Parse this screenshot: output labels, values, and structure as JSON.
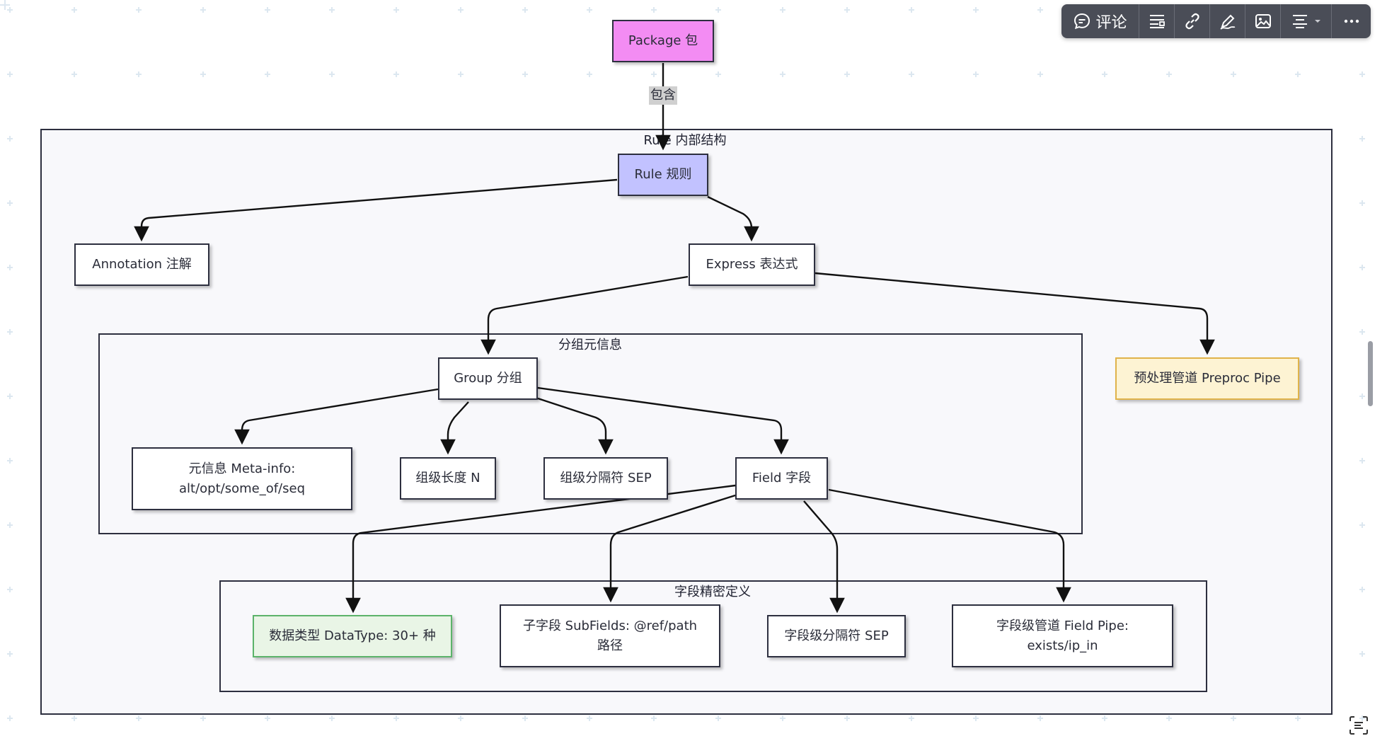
{
  "toolbar": {
    "comment_label": "评论",
    "icons": [
      "comment-icon",
      "text-block-icon",
      "link-icon",
      "pen-icon",
      "image-icon",
      "align-dropdown-icon",
      "more-icon"
    ]
  },
  "diagram": {
    "edge_label_contains": "包含",
    "subgraphs": {
      "rule": "Rule 内部结构",
      "group": "分组元信息",
      "field": "字段精密定义"
    },
    "nodes": {
      "package": "Package 包",
      "rule": "Rule 规则",
      "annotation": "Annotation 注解",
      "express": "Express 表达式",
      "group": "Group 分组",
      "preproc": "预处理管道 Preproc Pipe",
      "meta_line1": "元信息 Meta-info:",
      "meta_line2": "alt/opt/some_of/seq",
      "group_len": "组级长度 N",
      "group_sep": "组级分隔符 SEP",
      "field": "Field 字段",
      "datatype": "数据类型 DataType: 30+ 种",
      "subfields_line1": "子字段 SubFields: @ref/path",
      "subfields_line2": "路径",
      "field_sep": "字段级分隔符 SEP",
      "fieldpipe_line1": "字段级管道 Field Pipe:",
      "fieldpipe_line2": "exists/ip_in"
    },
    "colors": {
      "package_fill": "#f38cf3",
      "rule_fill": "#c2c2ff",
      "preproc_fill": "#fdf3d3",
      "preproc_border": "#e0b34a",
      "datatype_fill": "#e9f5e6",
      "datatype_border": "#5cb36a",
      "line": "#111111"
    }
  }
}
